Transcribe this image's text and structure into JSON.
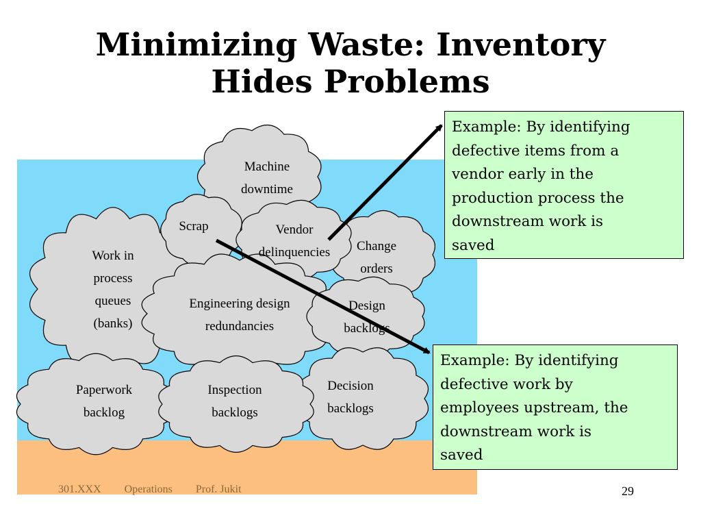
{
  "slide": {
    "title_line1": "Minimizing Waste: Inventory",
    "title_line2": "Hides Problems",
    "footer_left": "301.XXX",
    "footer_mid": "Operations",
    "footer_right": "Prof. Jukit",
    "page_number": "29"
  },
  "clouds": {
    "machine": [
      "Machine",
      "downtime"
    ],
    "scrap": [
      "Scrap"
    ],
    "vendor": [
      "Vendor",
      "delinquencies"
    ],
    "change": [
      "Change",
      "orders"
    ],
    "wip": [
      "Work in",
      "process",
      "queues",
      "(banks)"
    ],
    "engineering": [
      "Engineering design",
      "redundancies"
    ],
    "design": [
      "Design",
      "backlogs"
    ],
    "paperwork": [
      "Paperwork",
      "backlog"
    ],
    "inspection": [
      "Inspection",
      "backlogs"
    ],
    "decision": [
      "Decision",
      "backlogs"
    ]
  },
  "callouts": {
    "top": [
      "Example: By identifying",
      "defective items from a",
      "vendor early in the",
      "production process the",
      "downstream work is",
      "saved"
    ],
    "bottom": [
      "Example: By identifying",
      "defective work by",
      "employees upstream, the",
      "downstream work is",
      "saved"
    ]
  },
  "colors": {
    "water": "#80dbfb",
    "ground": "#fdbf80",
    "cloud_fill": "#d9d9d9",
    "callout_fill": "#ccffcc"
  }
}
